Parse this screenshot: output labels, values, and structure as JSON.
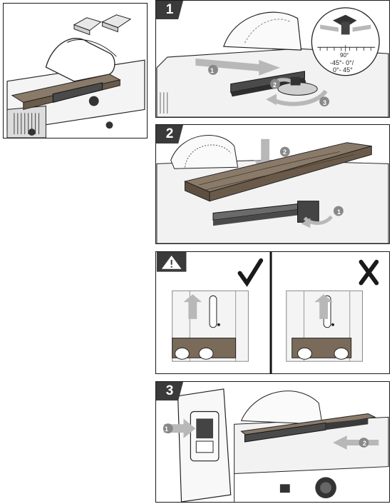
{
  "steps": {
    "step1": "1",
    "step2": "2",
    "step3": "3"
  },
  "callouts": {
    "c1": "1",
    "c2": "2",
    "c3": "3"
  },
  "bevel_scale": {
    "angle_0": "90°",
    "line1": "-45°- 0°/",
    "line2": "0°- 45°"
  },
  "warning": {
    "icon": "warning-triangle-icon",
    "correct_icon": "check-mark-icon",
    "wrong_icon": "cross-mark-icon"
  },
  "colors": {
    "wood": "#7a6a5a",
    "arrow_gray": "#b8b8b8",
    "badge": "#3a3a3a",
    "outline": "#1a1a1a"
  }
}
